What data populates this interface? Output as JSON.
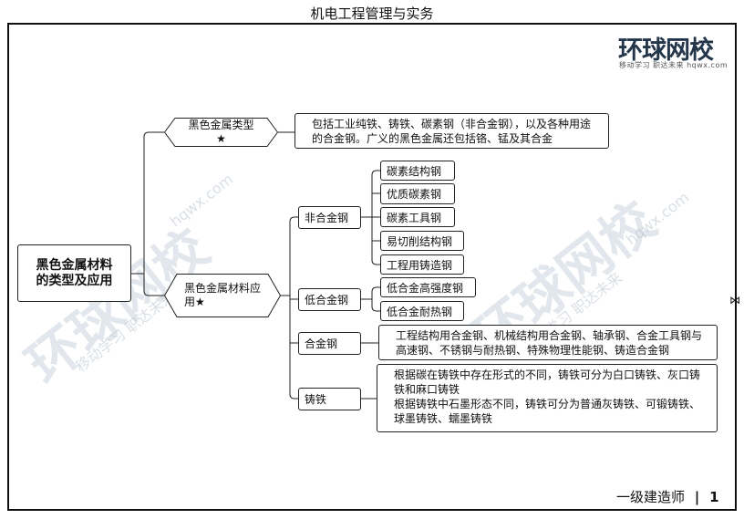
{
  "header": {
    "title": "机电工程管理与实务"
  },
  "logo": {
    "brand": "环球网校",
    "tagline": "移动学习 职达未来  hqwx.com"
  },
  "watermark": {
    "brand": "环球网校",
    "tagline": "移动学习 职达未来",
    "url": "hqwx.com"
  },
  "mindmap": {
    "root": "黑色金属材料的类型及应用",
    "branch1": {
      "label": "黑色金属类型★",
      "desc": "包括工业纯铁、铸铁、碳素钢（非合金钢），以及各种用途的合金钢。广义的黑色金属还包括铬、锰及其合金"
    },
    "branch2": {
      "label": "黑色金属材料应用★",
      "children": [
        {
          "label": "非合金钢",
          "leaves": [
            "碳素结构钢",
            "优质碳素钢",
            "碳素工具钢",
            "易切削结构钢",
            "工程用铸造钢"
          ]
        },
        {
          "label": "低合金钢",
          "leaves": [
            "低合金高强度钢",
            "低合金耐热钢"
          ]
        },
        {
          "label": "合金钢",
          "desc": "工程结构用合金钢、机械结构用合金钢、轴承钢、合金工具钢与高速钢、不锈钢与耐热钢、特殊物理性能钢、铸造合金钢"
        },
        {
          "label": "铸铁",
          "desc": [
            "根据碳在铸铁中存在形式的不同，铸铁可分为白口铸铁、灰口铸铁和麻口铸铁",
            "根据铸铁中石墨形态不同，铸铁可分为普通灰铸铁、可锻铸铁、球墨铸铁、蠕墨铸铁"
          ]
        }
      ]
    }
  },
  "footer": {
    "exam": "一级建造师",
    "page": "1"
  }
}
